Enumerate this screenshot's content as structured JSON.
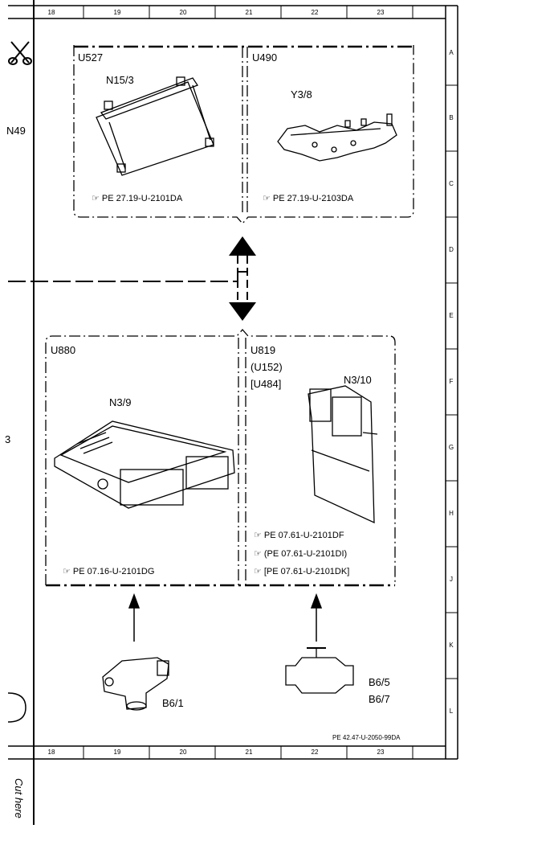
{
  "columns": [
    "18",
    "19",
    "20",
    "21",
    "22",
    "23"
  ],
  "rows": [
    "A",
    "B",
    "C",
    "D",
    "E",
    "F",
    "G",
    "H",
    "J",
    "K",
    "L"
  ],
  "left_margin": {
    "fragment_top": "N49",
    "fragment_mid": "3"
  },
  "cut_label": "Cut here",
  "frame_reference": "PE 42.47-U-2050-99DA",
  "top_group": {
    "left": {
      "id": "U527",
      "part": "N15/3",
      "ref": "PE 27.19-U-2101DA"
    },
    "right": {
      "id": "U490",
      "part": "Y3/8",
      "ref": "PE 27.19-U-2103DA"
    }
  },
  "bottom_group": {
    "left": {
      "id": "U880",
      "part": "N3/9",
      "ref": "PE 07.16-U-2101DG"
    },
    "right": {
      "id": "U819",
      "alt_ids": [
        "(U152)",
        "[U484]"
      ],
      "part": "N3/10",
      "refs": [
        "PE 07.61-U-2101DF",
        "(PE 07.61-U-2101DI)",
        "[PE 07.61-U-2101DK]"
      ]
    }
  },
  "sensors": {
    "left": {
      "part": "B6/1"
    },
    "right": {
      "parts": [
        "B6/5",
        "B6/7"
      ]
    }
  },
  "icons": [
    "scissors-icon",
    "pointing-hand-icon"
  ]
}
